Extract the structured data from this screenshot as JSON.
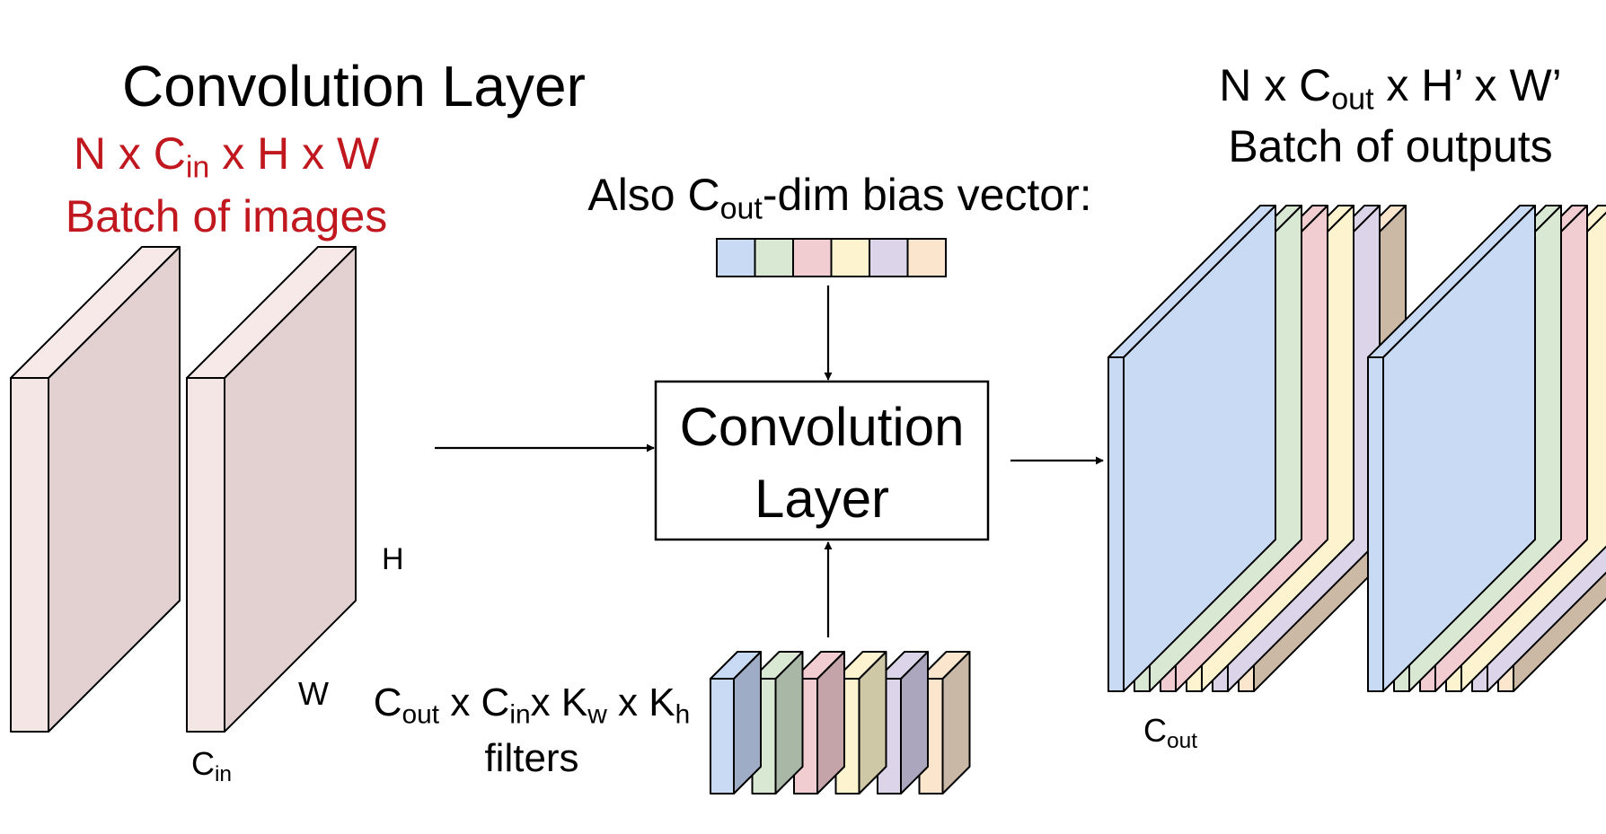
{
  "title": "Convolution Layer",
  "input": {
    "shape": {
      "p1": "N x C",
      "sub1": "in",
      "p2": " x H x W"
    },
    "label": "Batch of images",
    "dim_h": "H",
    "dim_w": "W",
    "dim_c": {
      "base": "C",
      "sub": "in"
    },
    "color_front": "#f5e6e6",
    "color_side": "#f8e9e9",
    "color_face": "#e3d1d2",
    "text_color": "#c0181e"
  },
  "bias": {
    "p1": "Also C",
    "sub1": "out",
    "p2": "-dim bias vector:",
    "colors": [
      "#c9daf4",
      "#d9e8d3",
      "#f1cdd1",
      "#fdf3cf",
      "#dcd5ea",
      "#fbe5cd"
    ]
  },
  "layer_box": {
    "line1": "Convolution",
    "line2": "Layer"
  },
  "filters": {
    "p1": "C",
    "sub1": "out",
    "p2": " x C",
    "sub2": "in",
    "p3": "x K",
    "sub3": "w",
    "p4": " x K",
    "sub4": "h",
    "line2": "filters",
    "front_colors": [
      "#c9daf4",
      "#d9e8d3",
      "#f1cdd1",
      "#fdf3cf",
      "#dcd5ea",
      "#fbe5cd"
    ],
    "side_colors": [
      "#9eadc5",
      "#a9b8a6",
      "#c4a4a8",
      "#cfc8a6",
      "#aba6bd",
      "#c9b8a5"
    ]
  },
  "output": {
    "shape": {
      "p1": "N x C",
      "sub1": "out",
      "p2": " x H’ x W’"
    },
    "label": "Batch of outputs",
    "dim_c": {
      "base": "C",
      "sub": "out"
    },
    "colors": [
      "#c9daf4",
      "#d9e8d3",
      "#f1cdd1",
      "#fdf3cf",
      "#dcd5ea",
      "#fbe5cd"
    ],
    "back_face_color": "#cbb8a5"
  }
}
